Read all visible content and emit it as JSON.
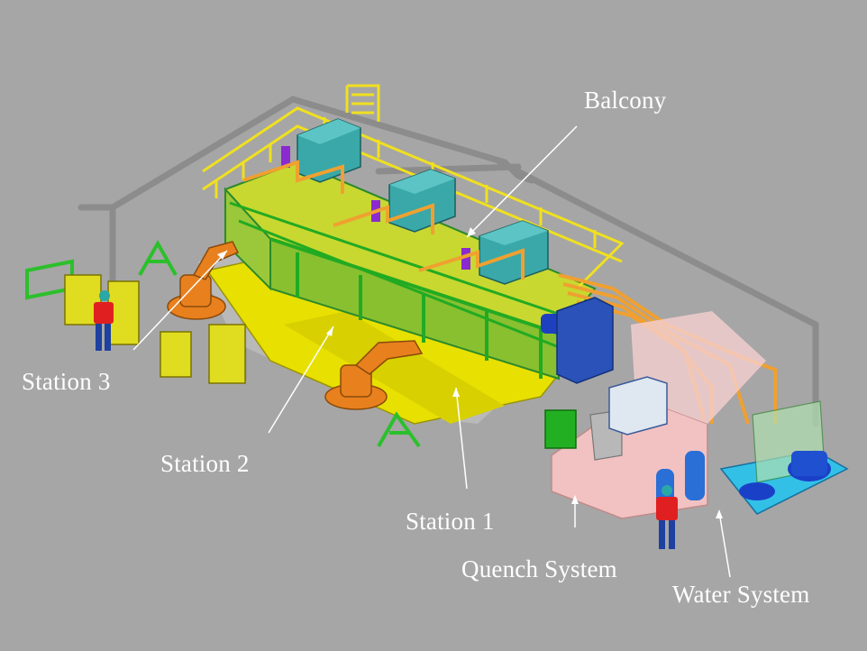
{
  "labels": {
    "balcony": "Balcony",
    "station_3": "Station 3",
    "station_2": "Station 2",
    "station_1": "Station 1",
    "quench_system": "Quench System",
    "water_system": "Water System"
  },
  "colors": {
    "background": "#a6a6a6",
    "frame_green": "#2ecc2e",
    "floor_yellow": "#e8e000",
    "robot_orange": "#e8801e",
    "pipe_orange": "#f0a030",
    "furnace_teal": "#3aa8a8",
    "quench_pink": "#f2c2c2",
    "water_blue": "#2a6fd6",
    "operator_red": "#e02020",
    "rail_yellow": "#f0e020",
    "callout_white": "#ffffff"
  }
}
